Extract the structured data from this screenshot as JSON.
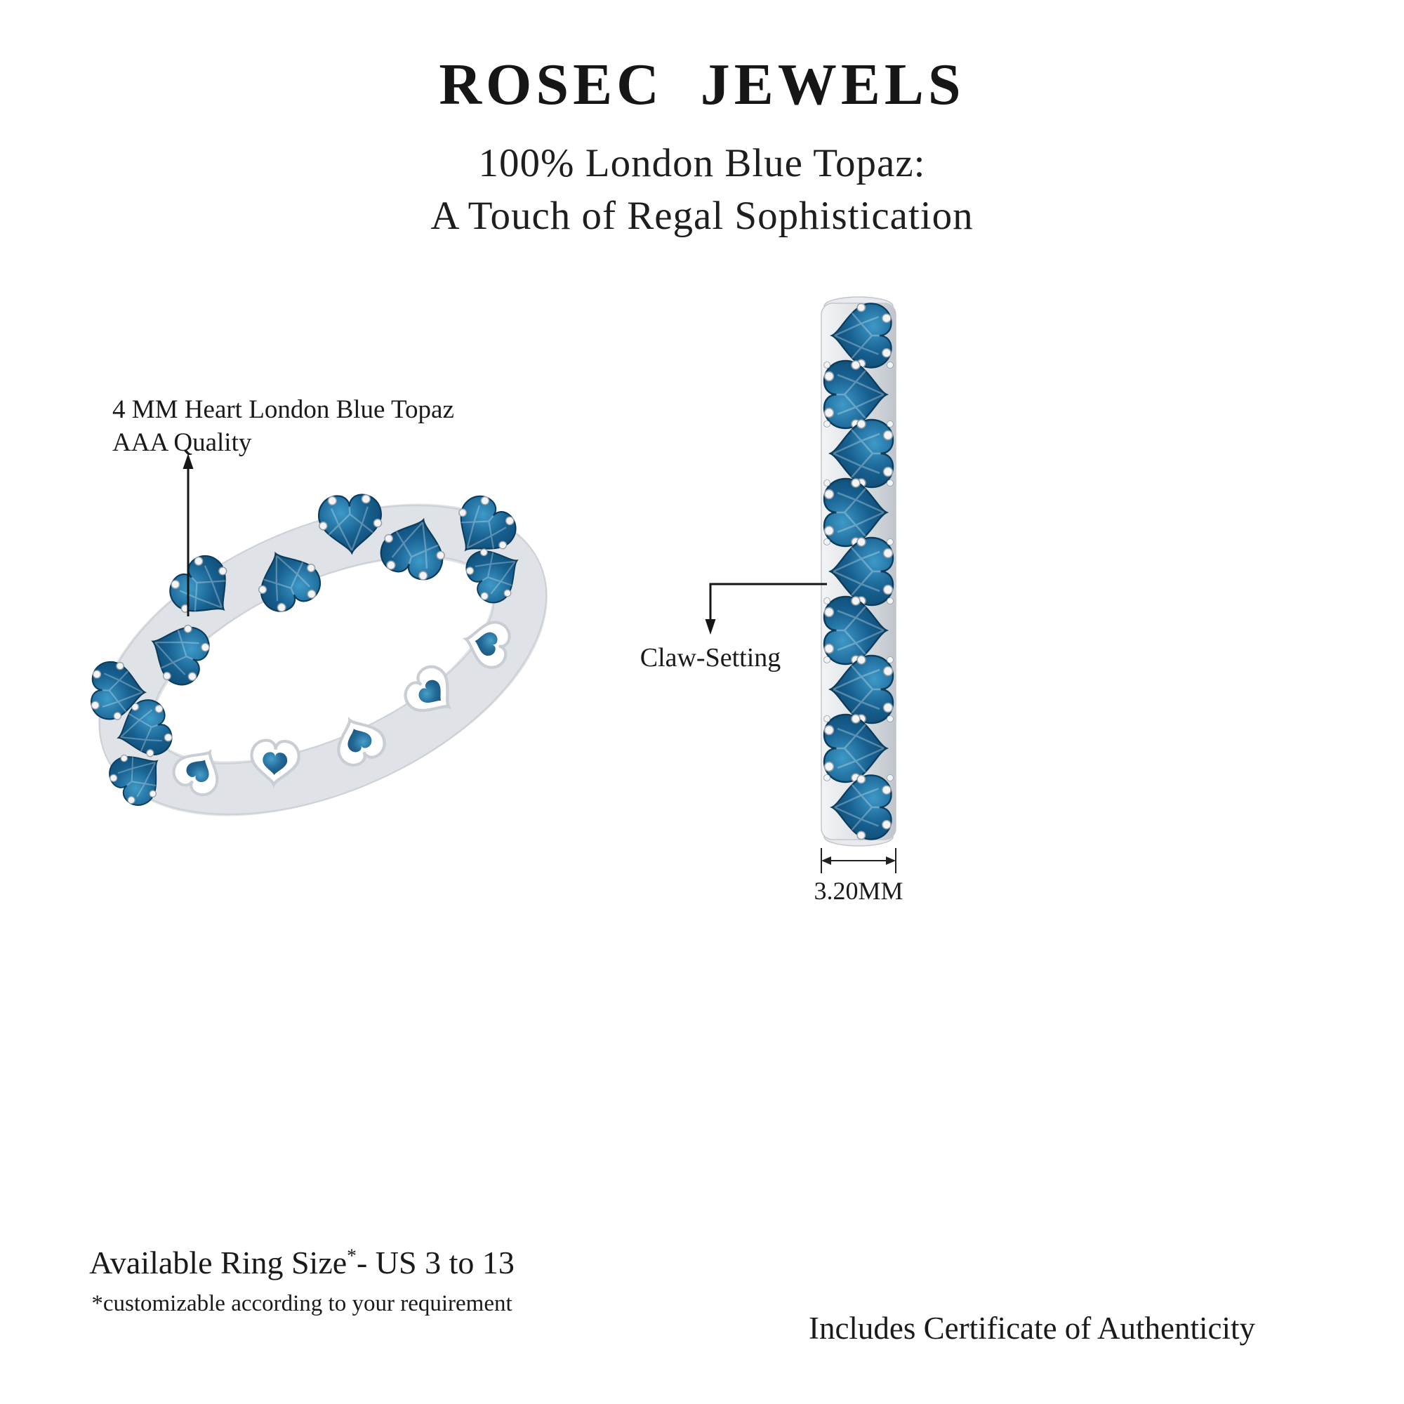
{
  "header": {
    "brand": "ROSEC JEWELS",
    "subtitle_line1": "100% London Blue Topaz:",
    "subtitle_line2": "A Touch of Regal Sophistication"
  },
  "callouts": {
    "stone_line1": "4 MM Heart London Blue Topaz",
    "stone_line2": "AAA Quality",
    "setting": "Claw-Setting",
    "band_width": "3.20MM"
  },
  "footer": {
    "size_label": "Available Ring Size",
    "size_asterisk": "*",
    "size_value": "- US 3 to 13",
    "size_note": "*customizable according to your requirement",
    "certificate": "Includes Certificate of Authenticity"
  },
  "colors": {
    "topaz_light": "#3e9ac8",
    "topaz_mid": "#176090",
    "topaz_dark": "#0a3c5d",
    "metal_light": "#f2f4f6",
    "metal": "#dfe2e6",
    "metal_dark": "#bfc5cb",
    "text": "#1a1a1a"
  }
}
